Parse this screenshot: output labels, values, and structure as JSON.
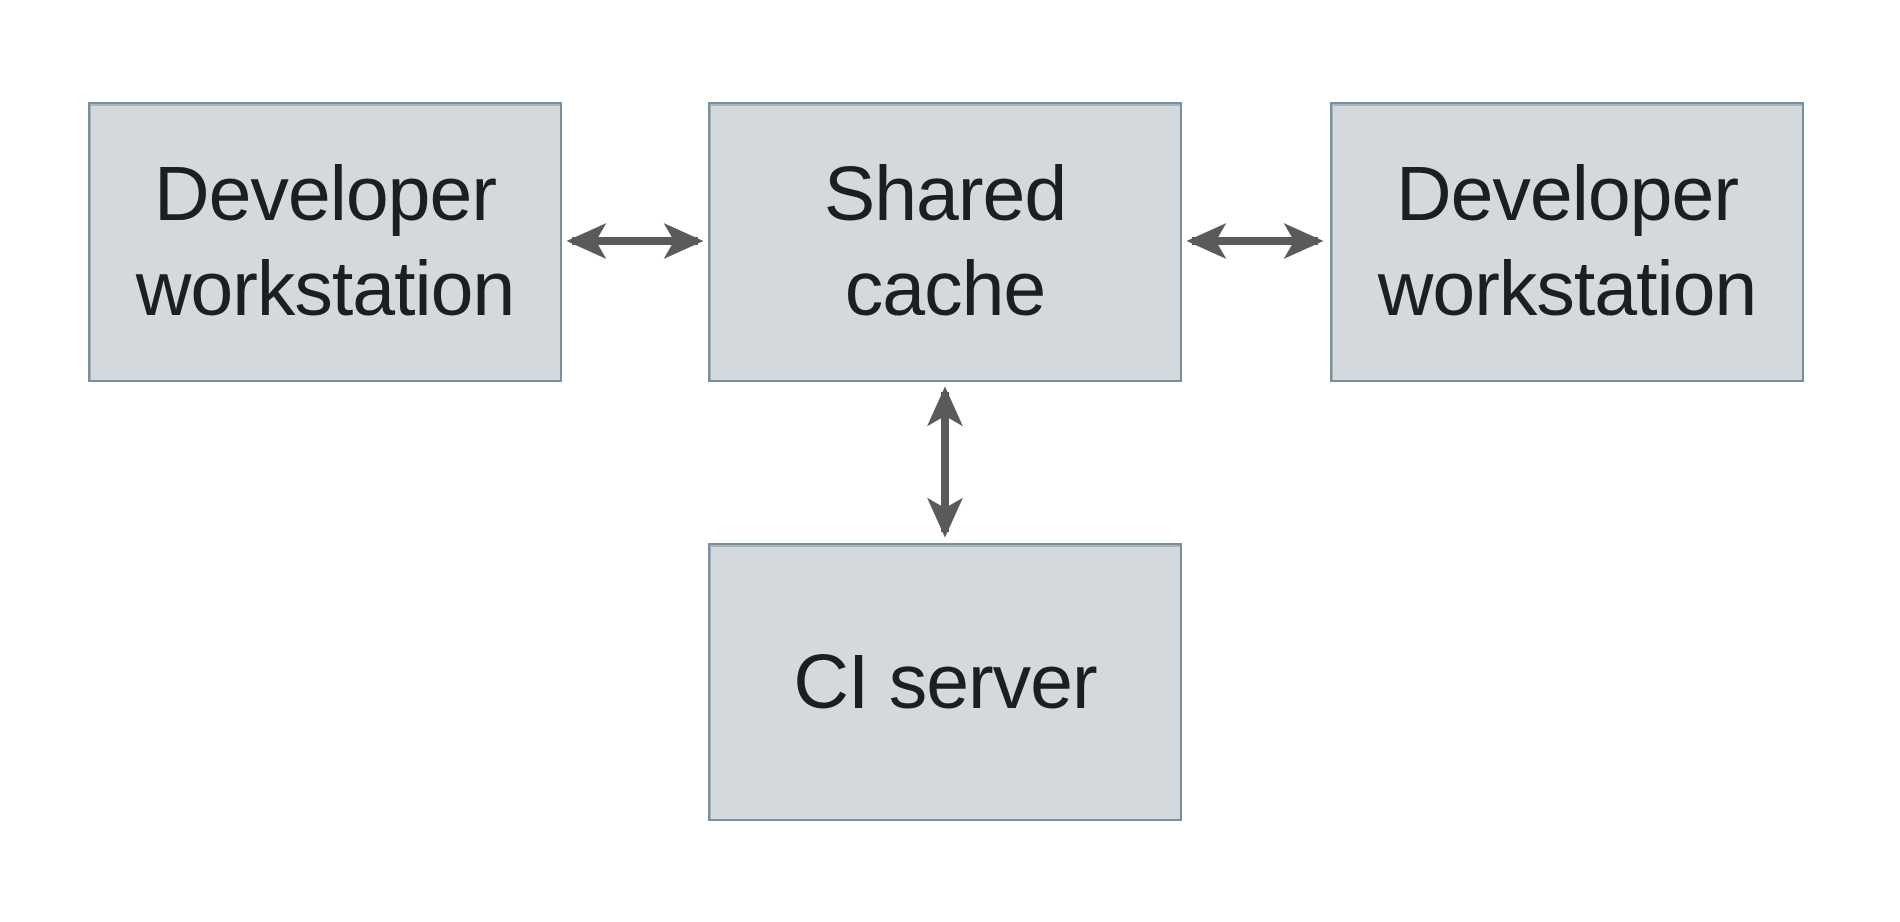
{
  "diagram": {
    "type": "architecture-diagram",
    "background": "#ffffff",
    "colors": {
      "background": "#ffffff",
      "node_fill": "#d3d9dc",
      "node_border": "#76909d",
      "arrow": "#595a5c",
      "text": "#1d1e20"
    },
    "nodes": [
      {
        "id": "developer-workstation-left",
        "label": "Developer\nworkstation"
      },
      {
        "id": "shared-cache",
        "label": "Shared\ncache"
      },
      {
        "id": "developer-workstation-right",
        "label": "Developer\nworkstation"
      },
      {
        "id": "ci-server",
        "label": "CI server"
      }
    ],
    "edges": [
      {
        "from": "developer-workstation-left",
        "to": "shared-cache",
        "style": "bidirectional-arrow"
      },
      {
        "from": "shared-cache",
        "to": "developer-workstation-right",
        "style": "bidirectional-arrow"
      },
      {
        "from": "shared-cache",
        "to": "ci-server",
        "style": "bidirectional-arrow"
      }
    ]
  }
}
